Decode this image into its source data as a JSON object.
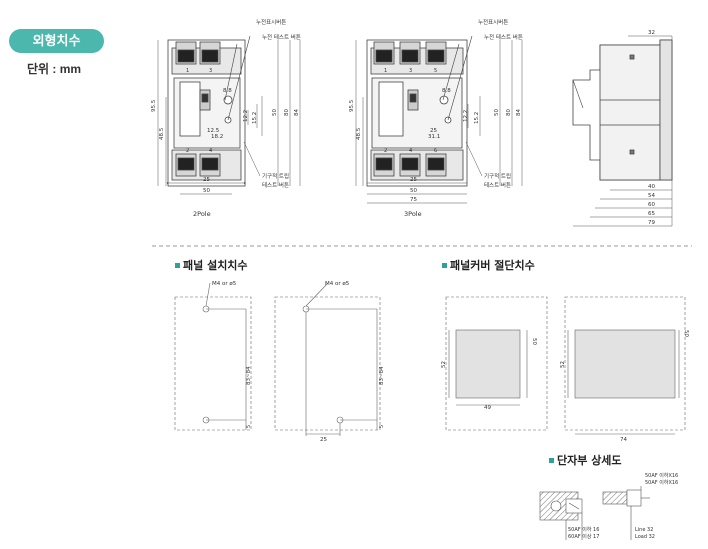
{
  "header": {
    "badge": "외형치수",
    "unit": "단위 : mm"
  },
  "front": {
    "leak_indicator": "누전표시버튼",
    "leak_test": "누전 테스트 버튼",
    "mech_trip_1": "기구적 트립",
    "mech_trip_2": "테스트 버튼",
    "terminals_2p": [
      "1",
      "3",
      "2",
      "4"
    ],
    "terminals_3p": [
      "1",
      "3",
      "5",
      "2",
      "4",
      "6"
    ],
    "label_2p": "2Pole",
    "label_3p": "3Pole",
    "dims": {
      "h_total": "95.5",
      "h_half": "48.5",
      "d_8_8": "8.8",
      "d_12_2": "12.2",
      "d_15_2": "15.2",
      "d_50": "50",
      "d_80": "80",
      "d_84": "84",
      "d_12_5": "12.5",
      "d_18_2": "18.2",
      "d_25": "25",
      "d_31_1": "31.1",
      "d_75": "75"
    }
  },
  "side": {
    "dims": {
      "d32": "32",
      "d40": "40",
      "d54": "54",
      "d60": "60",
      "d65": "65",
      "d79": "79"
    }
  },
  "panel_mount": {
    "title": "패널 설치치수",
    "hole_label": "M4 or  ø5",
    "dims": {
      "d83_84": "83~84",
      "d5": "5",
      "d25": "25"
    }
  },
  "panel_cut": {
    "title": "패널커버 절단치수",
    "dims": {
      "d52": "52",
      "d50": "50",
      "d49": "49",
      "d74": "74"
    }
  },
  "terminal": {
    "title": "단자부 상세도",
    "l1": "50AF 이하 16",
    "l2": "60AF 이상 17",
    "r1": "50AF 이하X16",
    "r2": "50AF 이하X16",
    "r3": "Line 32",
    "r4": "Load 32"
  }
}
